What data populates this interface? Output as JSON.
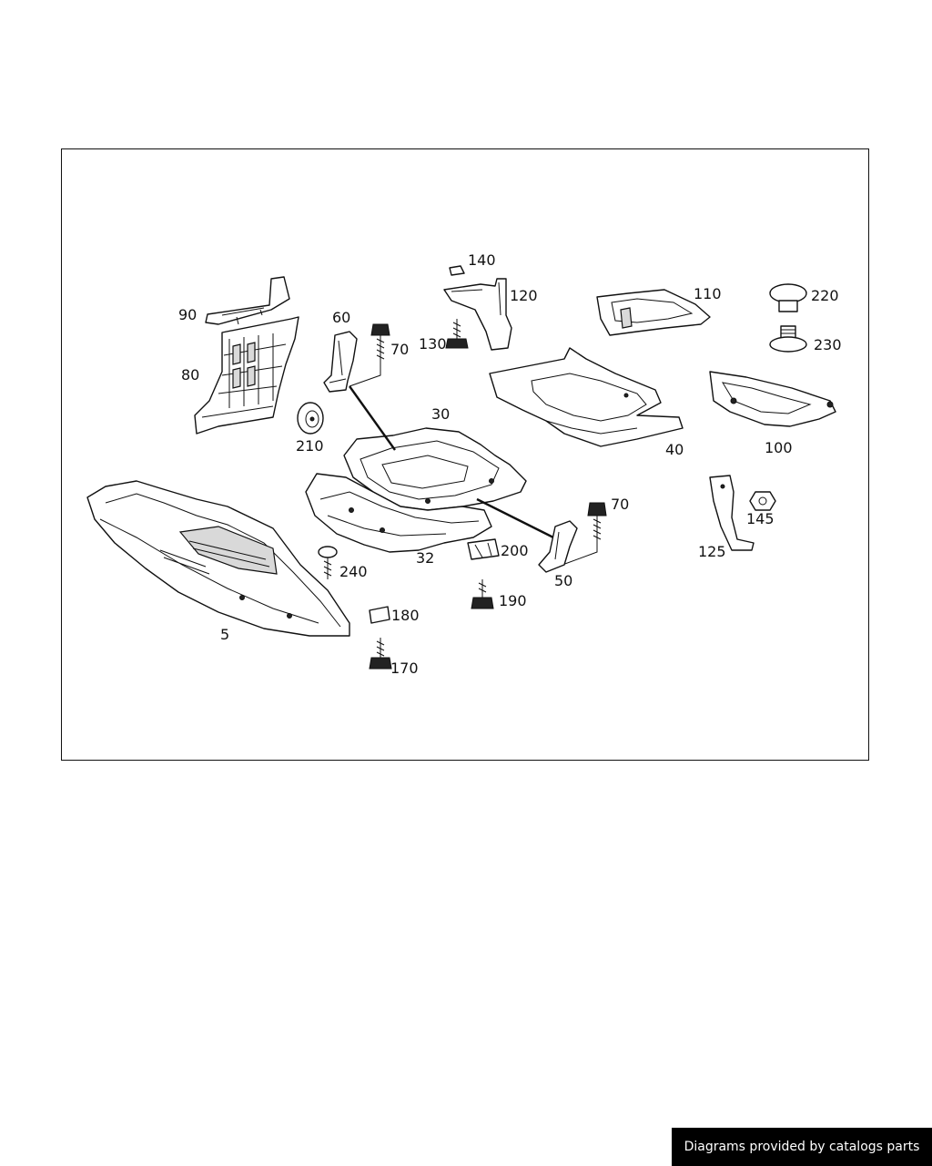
{
  "diagram": {
    "labels": [
      "90",
      "80",
      "60",
      "70",
      "210",
      "30",
      "140",
      "120",
      "130",
      "110",
      "220",
      "230",
      "40",
      "100",
      "5",
      "240",
      "32",
      "180",
      "170",
      "200",
      "190",
      "70",
      "50",
      "145",
      "125"
    ]
  },
  "footer": {
    "text": "Diagrams provided by catalogs parts"
  }
}
